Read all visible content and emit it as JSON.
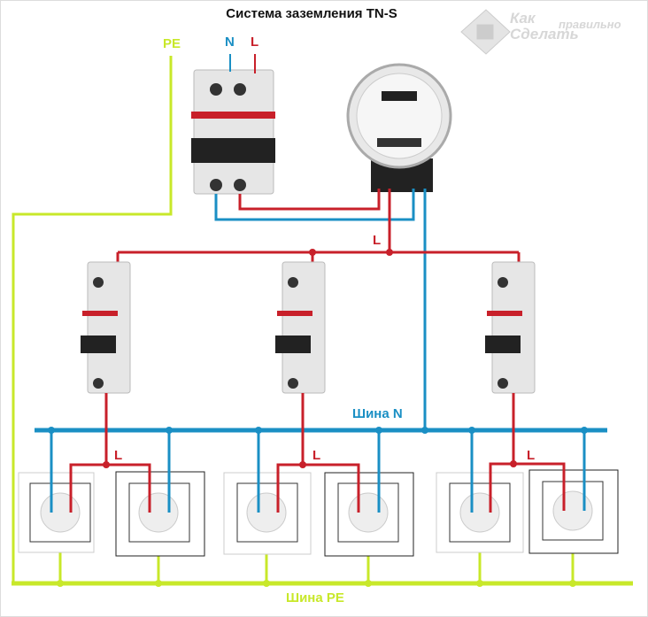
{
  "title": "Система заземления TN-S",
  "labels": {
    "pe": "PE",
    "n": "N",
    "l": "L",
    "l_main": "L",
    "l_group1": "L",
    "l_group2": "L",
    "l_group3": "L",
    "bus_n": "Шина N",
    "bus_pe": "Шина PE"
  },
  "logo": {
    "line1": "Как",
    "line2": "правильно",
    "line3": "Сделать"
  },
  "colors": {
    "phase": "#c8202a",
    "neutral": "#1a8fc4",
    "earth": "#c8e82a"
  }
}
